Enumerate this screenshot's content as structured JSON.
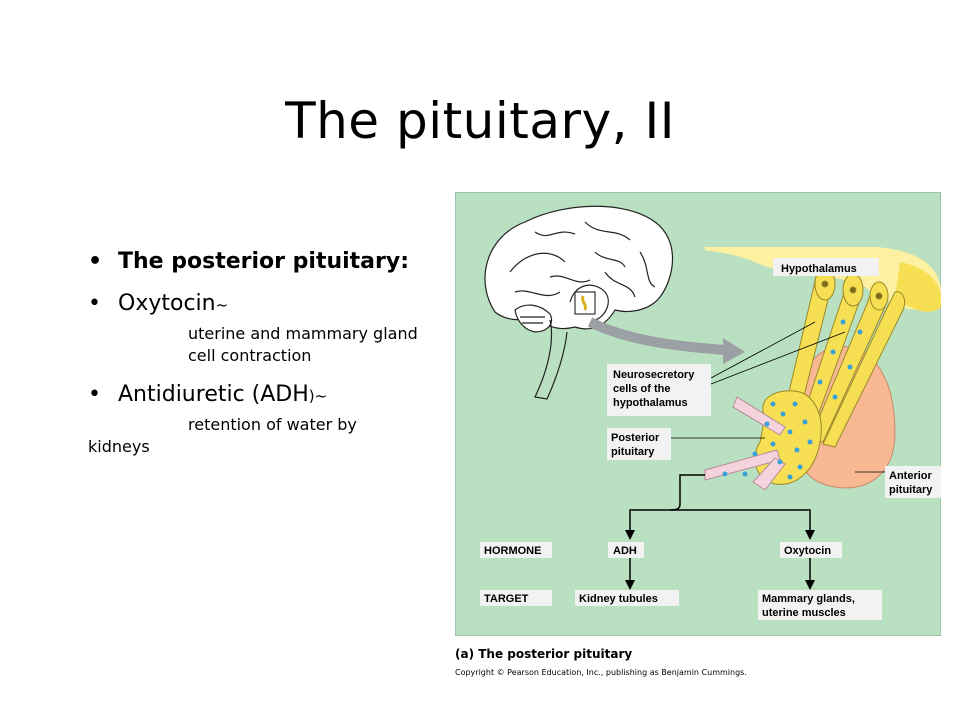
{
  "slide": {
    "title": "The pituitary, II",
    "bullets": [
      {
        "text": "The posterior pituitary:"
      },
      {
        "text": "Oxytocin",
        "suffix": "~",
        "sub_lines": [
          "uterine and mammary gland",
          "cell contraction"
        ]
      },
      {
        "text": "Antidiuretic (ADH",
        "suffix": ")~",
        "sub_lines": [
          "retention of water by",
          "kidneys"
        ]
      }
    ]
  },
  "figure": {
    "labels": {
      "hypothalamus": "Hypothalamus",
      "neurosecretory_1": "Neurosecretory",
      "neurosecretory_2": "cells of the",
      "neurosecretory_3": "hypothalamus",
      "posterior_1": "Posterior",
      "posterior_2": "pituitary",
      "anterior_1": "Anterior",
      "anterior_2": "pituitary"
    },
    "table": {
      "hormone_label": "HORMONE",
      "target_label": "TARGET",
      "hormone_1": "ADH",
      "hormone_2": "Oxytocin",
      "target_1": "Kidney tubules",
      "target_2_line1": "Mammary glands,",
      "target_2_line2": "uterine muscles"
    },
    "caption": "(a) The posterior pituitary",
    "copyright": "Copyright © Pearson Education, Inc., publishing as Benjamin Cummings.",
    "colors": {
      "background": "#b9e0c1",
      "hypothalamus_yellow": "#fdf0a0",
      "neuron_yellow": "#f6df52",
      "anterior_peach": "#f7b893",
      "vessel_pink": "#f4d3dd",
      "dot_blue": "#3aa0d8",
      "label_box": "#f2f2f2"
    }
  }
}
